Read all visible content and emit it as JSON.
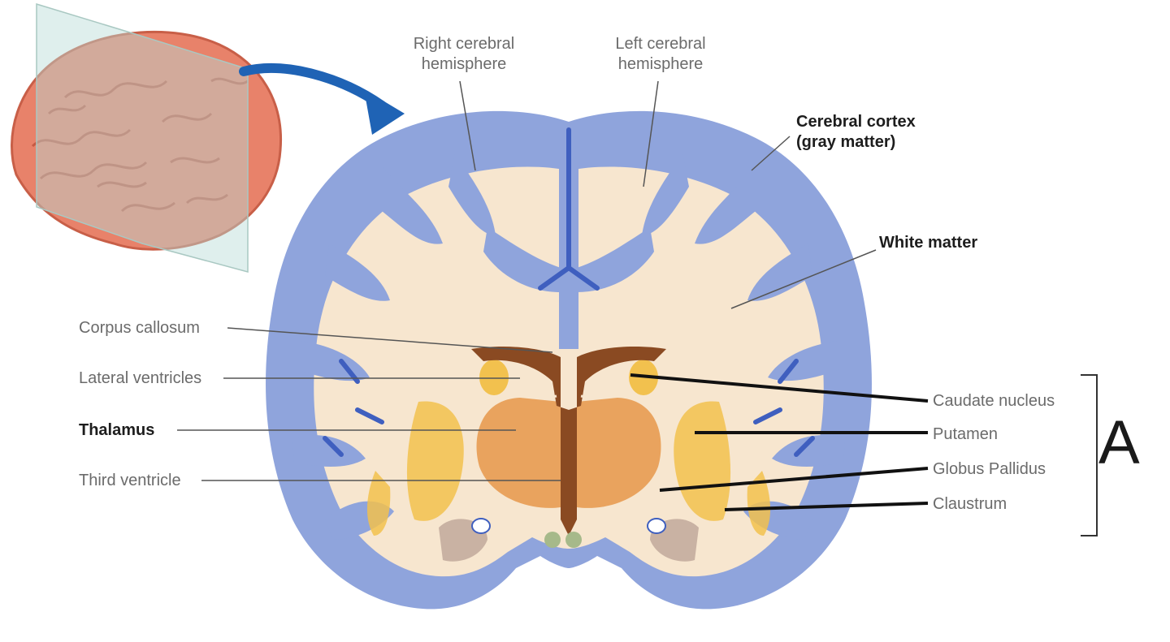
{
  "labels": {
    "right_hemisphere": "Right cerebral\nhemisphere",
    "left_hemisphere": "Left cerebral\nhemisphere",
    "cerebral_cortex": "Cerebral cortex\n(gray matter)",
    "white_matter": "White matter",
    "corpus_callosum": "Corpus callosum",
    "lateral_ventricles": "Lateral ventricles",
    "thalamus": "Thalamus",
    "third_ventricle": "Third ventricle",
    "caudate_nucleus": "Caudate nucleus",
    "putamen": "Putamen",
    "globus_pallidus": "Globus Pallidus",
    "claustrum": "Claustrum"
  },
  "bracket_label": "A",
  "colors": {
    "gray_matter": "#8fa4dc",
    "white_matter": "#f7e6cf",
    "sulcus_dark": "#3f5fbf",
    "ventricle": "#8a4a22",
    "thalamus": "#e9a35e",
    "basal_ganglia": "#f2c14e",
    "brain_pink": "#e8826a",
    "plane": "#b9dcd6",
    "arrow": "#1f63b5"
  }
}
